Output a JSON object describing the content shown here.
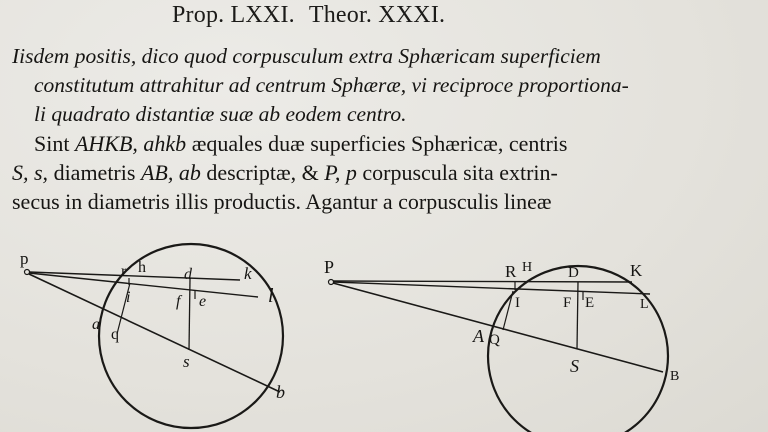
{
  "header": {
    "prop": "Prop. LXXI.",
    "theor": "Theor. XXXI."
  },
  "theorem": {
    "lines": [
      "Iisdem positis, dico quod corpusculum extra Sphæricam superficiem",
      "constitutum attrahitur ad centrum Sphæræ, vi reciproce proportiona-",
      "li quadrato distantiæ suæ ab eodem  centro."
    ]
  },
  "body": {
    "line1": {
      "a": "Sint ",
      "b": "AHKB,",
      "c": " ",
      "d": "ahkb",
      "e": " æquales duæ superficies Sphæricæ, centris"
    },
    "line2": {
      "a": "S, s,",
      "b": " diametris ",
      "c": "AB,",
      "d": "  ",
      "e": "ab",
      "f": " descriptæ, & ",
      "g": "P, p",
      "h": " corpuscula sita extrin-"
    },
    "line3": "secus in  diametris illis productis.   Agantur a corpusculis lineæ"
  },
  "figures": {
    "left": {
      "labels": {
        "p": "p",
        "r": "r",
        "h": "h",
        "d": "d",
        "k": "k",
        "l": "l",
        "i": "i",
        "f": "f",
        "e": "e",
        "a": "a",
        "q": "q",
        "s": "s",
        "b": "b"
      }
    },
    "right": {
      "labels": {
        "P": "P",
        "R": "R",
        "H": "H",
        "D": "D",
        "K": "K",
        "I": "I",
        "F": "F",
        "E": "E",
        "L": "L",
        "A": "A",
        "Q": "Q",
        "S": "S",
        "B": "B"
      }
    }
  },
  "colors": {
    "paper": "#e6e4df",
    "ink": "#161513"
  }
}
